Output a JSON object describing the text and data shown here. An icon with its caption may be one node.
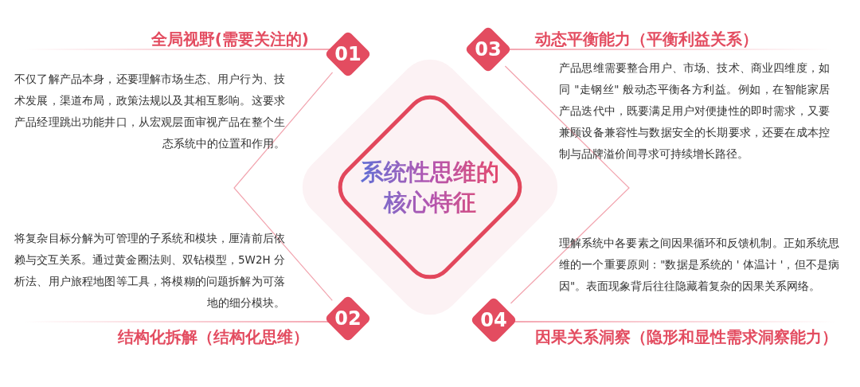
{
  "diagram": {
    "nodes": [
      {
        "text": [
          "系统性思维的核心特征"
        ]
      },
      {
        "text": [
          "01"
        ]
      },
      {
        "text": [
          "03"
        ]
      },
      {
        "text": [
          "02"
        ]
      },
      {
        "text": [
          "04"
        ]
      }
    ],
    "edges": [
      {
        "from": 1,
        "to": 3,
        "arrow": "none"
      },
      {
        "from": 2,
        "to": 4,
        "arrow": "none"
      }
    ],
    "labels": [
      "全局视野(需要关注的)",
      "动态平衡能力（平衡利益关系）",
      "不仅了解产品本身，还要理解市场生态、用户行为、技术发展，渠道布局，政策法规以及其相互影响。这要求产品经理跳出功能井口，从宏观层面审视产品在整个生态系统中的位置和作用。",
      "产品思维需要整合用户、市场、技术、商业四维度，如同 \"走钢丝\" 般动态平衡各方利益。例如，在智能家居产品迭代中，既要满足用户对便捷性的即时需求，又要兼顾设备兼容性与数据安全的长期要求，还要在成本控制与品牌溢价间寻求可持续增长路径。",
      "将复杂目标分解为可管理的子系统和模块，厘清前后依赖与交互关系。通过黄金圈法则、双钻模型，5W2H 分析法、用户旅程地图等工具，将模糊的问题拆解为可落地的细分模块。",
      "理解系统中各要素之间因果循环和反馈机制。正如系统思维的一个重要原则：\"数据是系统的 ' 体温计 '，但不是病因\"。表面现象背后往往隐藏着复杂的因果关系网络。",
      "结构化拆解（结构化思维）",
      "因果关系洞察（隐形和显性需求洞察能力）"
    ]
  }
}
